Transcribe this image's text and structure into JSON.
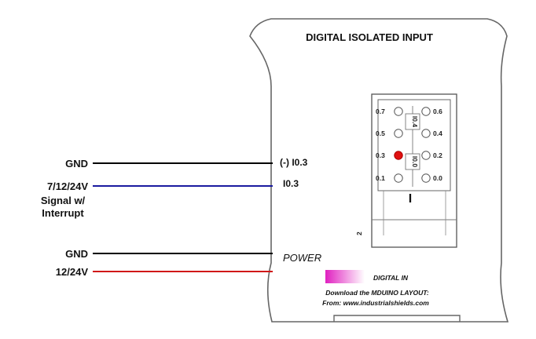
{
  "device": {
    "title": "DIGITAL ISOLATED INPUT",
    "power_label": "POWER",
    "legend_label": "DIGITAL IN",
    "legend_color": "#e020c0",
    "download_line1": "Download the MDUINO LAYOUT:",
    "download_line2": "From: www.industrialshields.com",
    "module_tag_top": "l0.4",
    "module_tag_bottom": "l0.0",
    "module_index": "I",
    "side_mark": "2"
  },
  "pins": {
    "left": [
      "0.7",
      "0.5",
      "0.3",
      "0.1"
    ],
    "right": [
      "0.6",
      "0.4",
      "0.2",
      "0.0"
    ],
    "active_pin": "0.3",
    "active_color": "#e01010"
  },
  "wires": {
    "gnd_signal": {
      "label": "GND",
      "terminal": "(-) I0.3",
      "color": "#000000"
    },
    "signal": {
      "label_line1": "7/12/24V",
      "label_line2": "Signal w/",
      "label_line3": "Interrupt",
      "terminal": "I0.3",
      "color": "#1a1aa0"
    },
    "gnd_power": {
      "label": "GND",
      "color": "#000000"
    },
    "supply": {
      "label": "12/24V",
      "color": "#d01818"
    }
  }
}
